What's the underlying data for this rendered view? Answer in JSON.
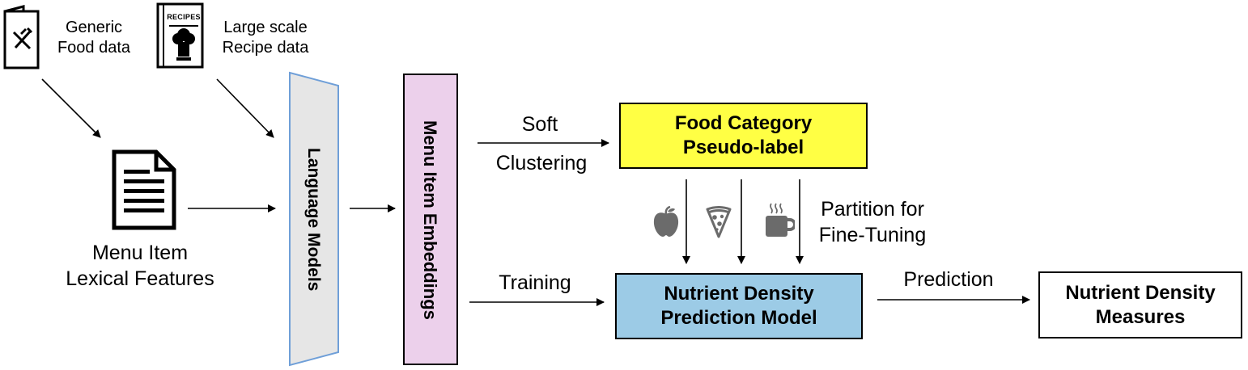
{
  "sources": {
    "generic": {
      "line1": "Generic",
      "line2": "Food data"
    },
    "recipe": {
      "line1": "Large scale",
      "line2": "Recipe data",
      "book_title": "RECIPES"
    }
  },
  "features": {
    "line1": "Menu Item",
    "line2": "Lexical Features"
  },
  "language_models": "Language Models",
  "embeddings": "Menu Item Embeddings",
  "edges": {
    "soft": "Soft",
    "clustering": "Clustering",
    "training": "Training",
    "prediction": "Prediction",
    "partition_line1": "Partition for",
    "partition_line2": "Fine-Tuning"
  },
  "pseudo_label": {
    "line1": "Food Category",
    "line2": "Pseudo-label"
  },
  "prediction_model": {
    "line1": "Nutrient Density",
    "line2": "Prediction Model"
  },
  "measures": {
    "line1": "Nutrient Density",
    "line2": "Measures"
  },
  "category_icons": [
    "apple-icon",
    "pizza-icon",
    "coffee-icon"
  ],
  "colors": {
    "pseudo_label_fill": "#ffff44",
    "prediction_model_fill": "#9ccbe6",
    "embeddings_fill": "#ecd0eb",
    "language_models_fill": "#e6e6e6",
    "language_models_border": "#6f9fd8",
    "icon_gray": "#6b6b6b"
  }
}
